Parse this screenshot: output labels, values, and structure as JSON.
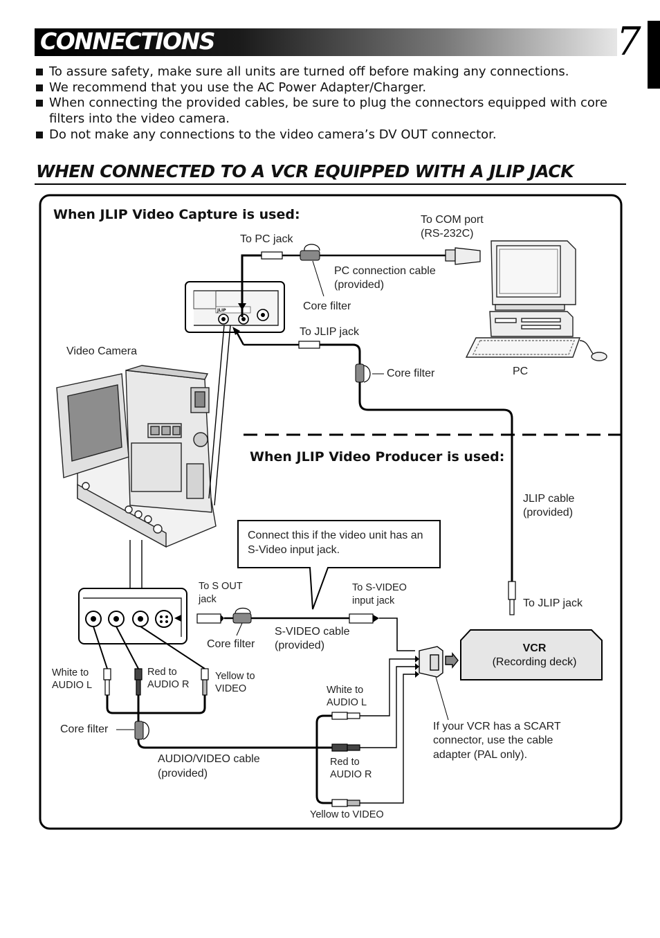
{
  "header": {
    "title": "CONNECTIONS",
    "page_number": "7"
  },
  "bullets": [
    "To assure safety, make sure all units are turned off before making any connections.",
    "We recommend that you use the AC Power Adapter/Charger.",
    "When connecting the provided cables, be sure to plug the connectors equipped with core filters into the video camera.",
    "Do not make any connections to the video camera’s DV OUT connector."
  ],
  "section_title": "WHEN CONNECTED TO A VCR EQUIPPED WITH A JLIP JACK",
  "diagram": {
    "capture_title": "When JLIP Video Capture is used:",
    "producer_title": "When JLIP Video Producer is used:",
    "labels": {
      "to_pc_jack": "To PC jack",
      "to_com_port_1": "To COM port",
      "to_com_port_2": "(RS-232C)",
      "pc_cable_1": "PC connection cable",
      "pc_cable_2": "(provided)",
      "core_filter_pc": "Core filter",
      "to_jlip_jack_top": "To JLIP jack",
      "video_camera": "Video Camera",
      "core_filter_jlip": "Core filter",
      "pc": "PC",
      "jlip_cable_1": "JLIP cable",
      "jlip_cable_2": "(provided)",
      "to_jlip_jack_vcr": "To JLIP jack",
      "callout": "Connect this if the video unit has an S-Video input jack.",
      "to_s_out_1": "To S OUT",
      "to_s_out_2": "jack",
      "to_svideo_in_1": "To S-VIDEO",
      "to_svideo_in_2": "input jack",
      "core_filter_s": "Core filter",
      "svideo_cable_1": "S-VIDEO cable",
      "svideo_cable_2": "(provided)",
      "white_audio_l_1": "White to",
      "white_audio_l_2": "AUDIO L",
      "red_audio_r_1": "Red to",
      "red_audio_r_2": "AUDIO R",
      "yellow_video_1": "Yellow to",
      "yellow_video_2": "VIDEO",
      "core_filter_av": "Core filter",
      "av_cable_1": "AUDIO/VIDEO cable",
      "av_cable_2": "(provided)",
      "vcr_white_1": "White to",
      "vcr_white_2": "AUDIO L",
      "vcr_red_1": "Red to",
      "vcr_red_2": "AUDIO R",
      "vcr_yellow": "Yellow to VIDEO",
      "scart_1": "If your VCR has a SCART",
      "scart_2": "connector, use the cable",
      "scart_3": "adapter (PAL only).",
      "vcr_title": "VCR",
      "vcr_sub": "(Recording deck)",
      "jlip_logo": "JLIP"
    }
  }
}
